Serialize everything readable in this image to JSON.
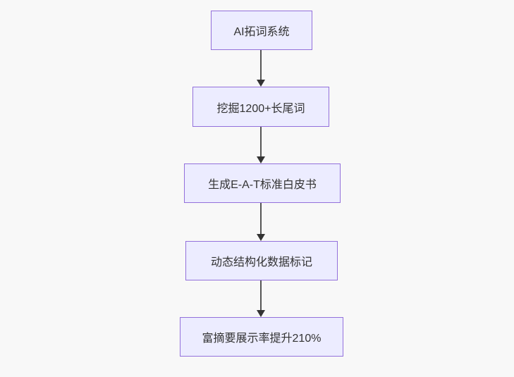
{
  "diagram": {
    "type": "flowchart",
    "direction": "top-down",
    "nodes": [
      {
        "id": "n1",
        "label": "AI拓词系统"
      },
      {
        "id": "n2",
        "label": "挖掘1200+长尾词"
      },
      {
        "id": "n3",
        "label": "生成E-A-T标准白皮书"
      },
      {
        "id": "n4",
        "label": "动态结构化数据标记"
      },
      {
        "id": "n5",
        "label": "富摘要展示率提升210%"
      }
    ],
    "edges": [
      {
        "from": "n1",
        "to": "n2",
        "style": "arrow-down"
      },
      {
        "from": "n2",
        "to": "n3",
        "style": "arrow-down"
      },
      {
        "from": "n3",
        "to": "n4",
        "style": "arrow-down"
      },
      {
        "from": "n4",
        "to": "n5",
        "style": "arrow-down"
      }
    ],
    "colors": {
      "background": "#f8f8f8",
      "node_fill": "#ececff",
      "node_border": "#9370db",
      "node_text": "#333333",
      "edge_line": "#555555",
      "edge_arrowhead": "#333333"
    }
  }
}
